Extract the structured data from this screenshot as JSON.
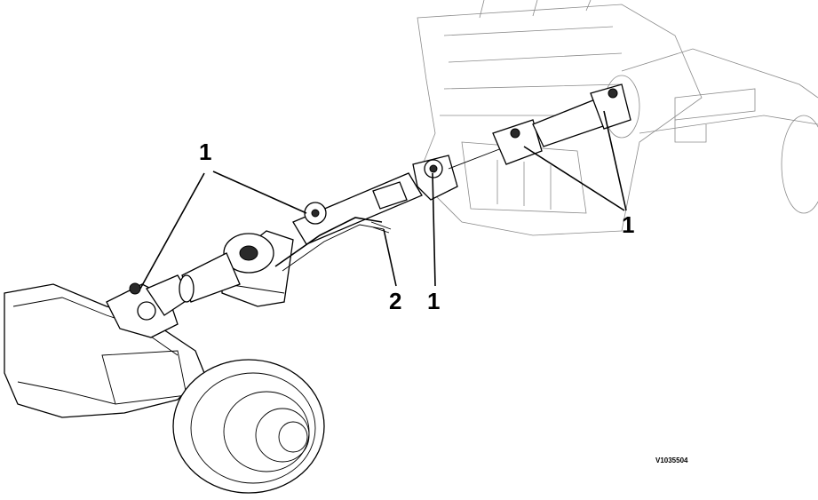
{
  "callouts": {
    "c1_upper_left": "1",
    "c1_center": "1",
    "c1_right": "1",
    "c2_bottom": "2"
  },
  "reference_code": "V1035504",
  "colors": {
    "line": "#000000",
    "background": "#ffffff",
    "faded_line": "#8a8a8a"
  }
}
